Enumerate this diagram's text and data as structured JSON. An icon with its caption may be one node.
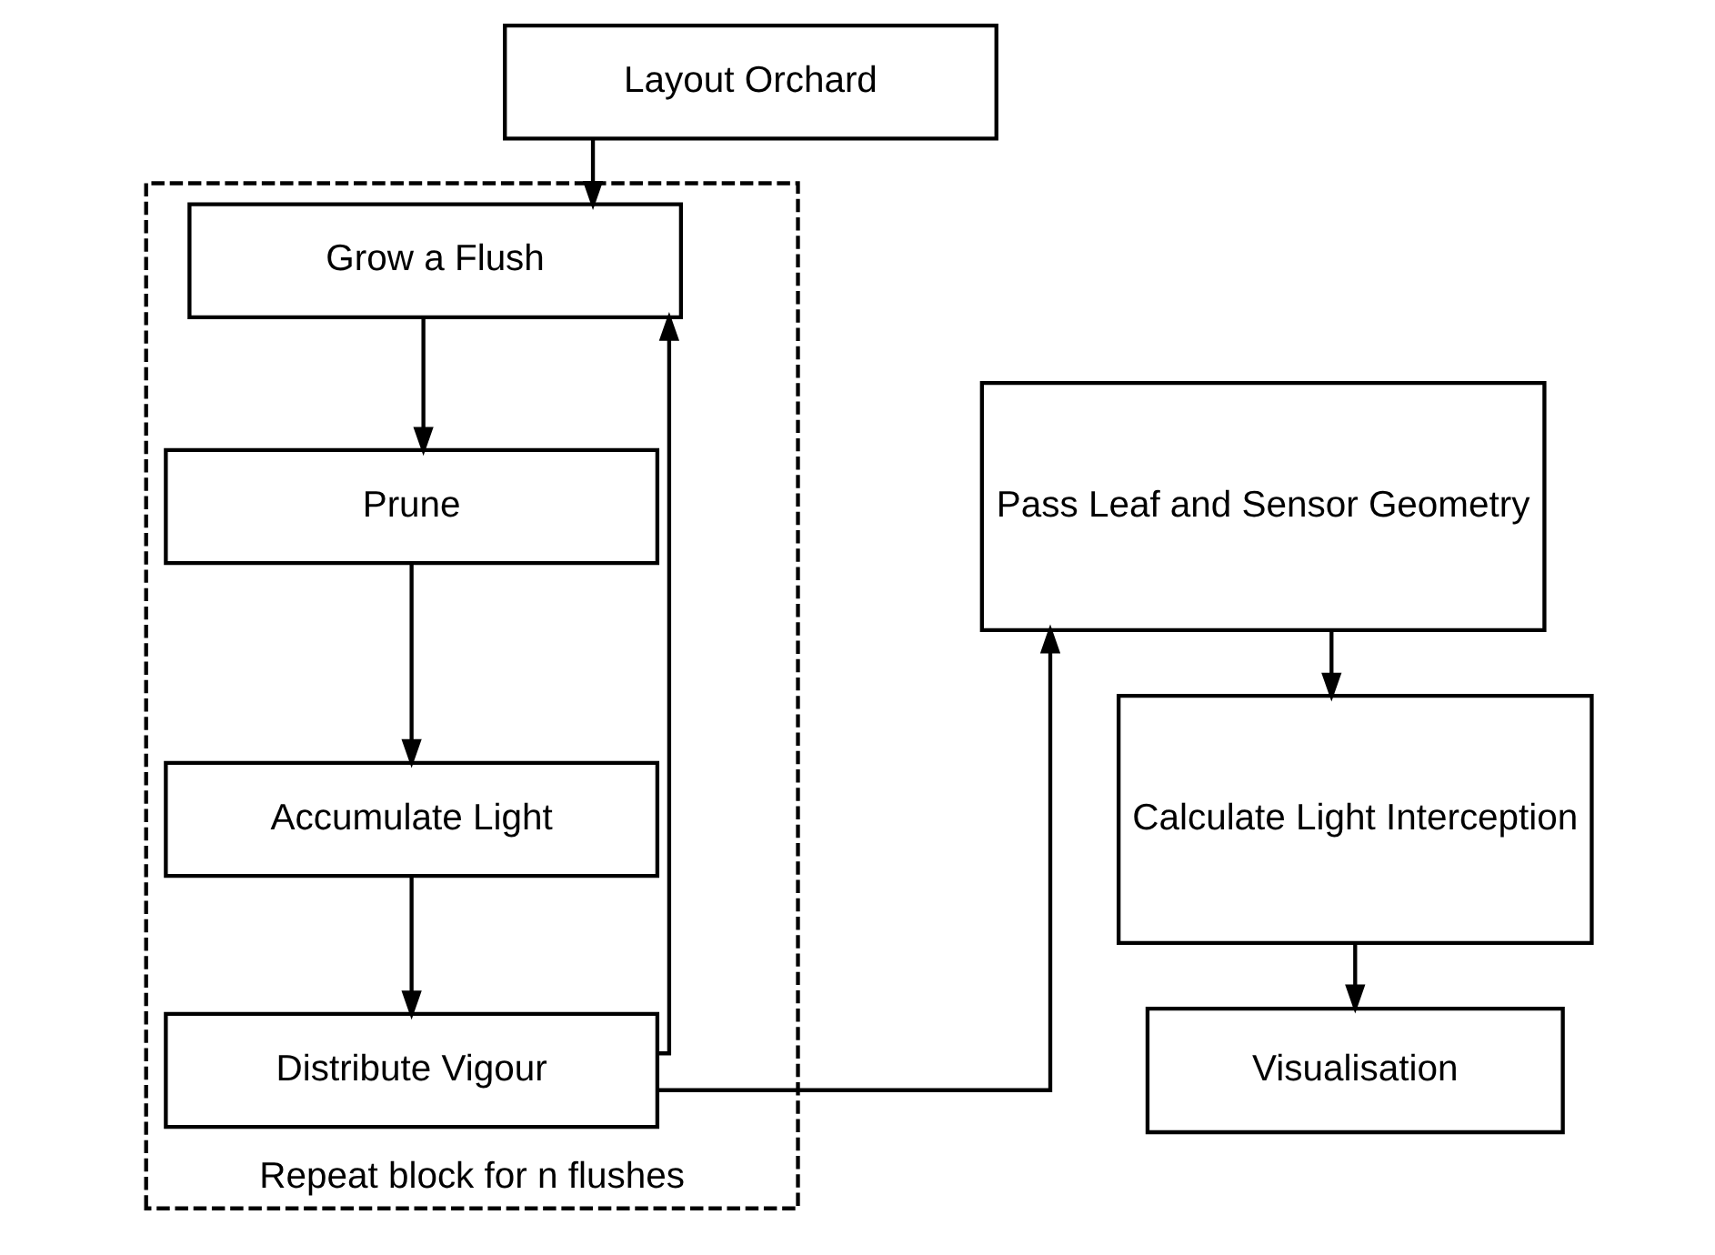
{
  "diagram": {
    "nodes": [
      {
        "text": [
          "Layout Orchard"
        ]
      },
      {
        "text": [
          "Repeat block for n flushes"
        ]
      },
      {
        "text": [
          "Grow a Flush"
        ],
        "in": 1
      },
      {
        "text": [
          "Prune"
        ],
        "in": 1
      },
      {
        "text": [
          "Accumulate Light"
        ],
        "in": 1
      },
      {
        "text": [
          "Distribute Vigour"
        ],
        "in": 1
      },
      {
        "text": [
          "Pass Leaf and Sensor Geometry"
        ]
      },
      {
        "text": [
          "Calculate Light Interception"
        ]
      },
      {
        "text": [
          "Visualisation"
        ]
      }
    ],
    "edges": [
      {
        "from": 0,
        "to": 2,
        "arrow": "to"
      },
      {
        "from": 2,
        "to": 3,
        "arrow": "to"
      },
      {
        "from": 3,
        "to": 4,
        "arrow": "to"
      },
      {
        "from": 4,
        "to": 5,
        "arrow": "to"
      },
      {
        "from": 5,
        "to": 2,
        "arrow": "to"
      },
      {
        "from": 5,
        "to": 6,
        "arrow": "to"
      },
      {
        "from": 6,
        "to": 7,
        "arrow": "to"
      },
      {
        "from": 7,
        "to": 8,
        "arrow": "to"
      }
    ]
  }
}
